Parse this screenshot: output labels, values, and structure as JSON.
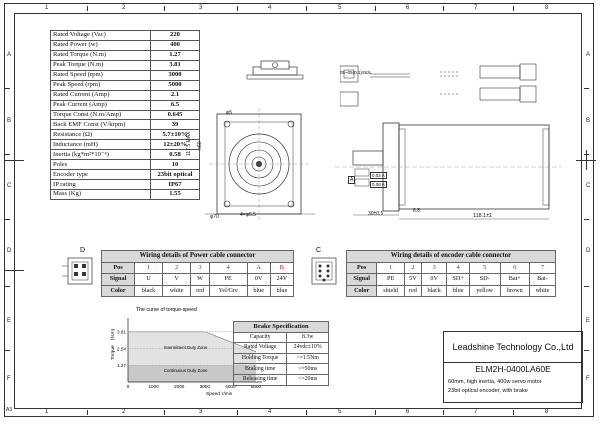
{
  "specs": [
    {
      "label": "Rated Voltage (Vac)",
      "value": "220"
    },
    {
      "label": "Rated Power (w)",
      "value": "400"
    },
    {
      "label": "Rated Torque (N.m)",
      "value": "1.27"
    },
    {
      "label": "Peak Torque (N.m)",
      "value": "3.81"
    },
    {
      "label": "Rated Speed (rpm)",
      "value": "3000"
    },
    {
      "label": "Peak Speed (rpm)",
      "value": "5000"
    },
    {
      "label": "Rated Current (Amp)",
      "value": "2.1"
    },
    {
      "label": "Peak Current (Amp)",
      "value": "6.5"
    },
    {
      "label": "Torque Const (N.m/Amp)",
      "value": "0.645"
    },
    {
      "label": "Back EMF Const (V/krpm)",
      "value": "39"
    },
    {
      "label": "Resistance (Ω)",
      "value": "5.7±10%"
    },
    {
      "label": "Inductance (mH)",
      "value": "12±20%"
    },
    {
      "label": "Inertia (kg*m²*10⁻⁴)",
      "value": "0.58"
    },
    {
      "label": "Poles",
      "value": "10"
    },
    {
      "label": "Encoder type",
      "value": "23bit optical"
    },
    {
      "label": "IP rating",
      "value": "IP67"
    },
    {
      "label": "Mass (Kg)",
      "value": "1.55"
    }
  ],
  "power_wiring": {
    "title": "Wiring details of Power cable connector",
    "pos_label": "Pos",
    "signal_label": "Signal",
    "color_label": "Color",
    "pos": [
      "1",
      "2",
      "3",
      "4",
      "A",
      "B"
    ],
    "signal": [
      "U",
      "V",
      "W",
      "PE",
      "0V",
      "24V"
    ],
    "color": [
      "black",
      "white",
      "red",
      "Yel/Gre",
      "blue",
      "blue"
    ]
  },
  "encoder_wiring": {
    "title": "Wiring details of encoder cable connector",
    "pos_label": "Pos",
    "signal_label": "Signal",
    "color_label": "Color",
    "pos": [
      "1",
      "2",
      "3",
      "4",
      "5",
      "6",
      "7"
    ],
    "signal": [
      "PE",
      "5V",
      "0V",
      "SD+",
      "SD-",
      "Bat+",
      "Bat-"
    ],
    "color": [
      "shield",
      "red",
      "black",
      "blue",
      "yellow",
      "brown",
      "white"
    ]
  },
  "brake": {
    "title": "Brake Specification",
    "rows": [
      {
        "label": "Capacity",
        "value": "8.3w"
      },
      {
        "label": "Rated Voltage",
        "value": "24vdc±10%"
      },
      {
        "label": "Holding Torque",
        "value": ">=1.5Nm"
      },
      {
        "label": "Braking time",
        "value": "<=50ms"
      },
      {
        "label": "Releasing time",
        "value": "<=20ms"
      }
    ]
  },
  "title_block": {
    "company": "Leadshine Technology Co.,Ltd",
    "model": "ELM2H-0400LA60E",
    "desc1": "60mm, high inertia, 400w servo motor",
    "desc2": "23bit optical encoder, with brake"
  },
  "connector_labels": {
    "power": "D",
    "encoder": "C"
  },
  "frame": {
    "columns": [
      "1",
      "2",
      "3",
      "4",
      "5",
      "6",
      "7",
      "8"
    ],
    "rows": [
      "A",
      "B",
      "C",
      "D",
      "E",
      "F"
    ],
    "sheet": "A3"
  },
  "dims": {
    "length": "118.1±1",
    "flange_len": "30±0.5",
    "offset": "6.8",
    "side_height": "117.5 MAX",
    "square": "□60",
    "hole": "4×φ5.5",
    "shaft_top": "φ5",
    "bolt_circle": "φ70",
    "cable_label": "05~05(0.1)Stds",
    "f1": "0.02 A",
    "f2": "0.06 A",
    "datum": "A"
  },
  "chart_data": {
    "type": "line",
    "title": "The curve of torque-speed",
    "xlabel": "Speed",
    "xunit": "r/min",
    "ylabel": "Torque",
    "yunit": "(N.m)",
    "x_ticks": [
      0,
      1000,
      2000,
      3000,
      4000,
      5000
    ],
    "y_ticks": [
      1.27,
      2.54,
      3.81
    ],
    "xlim": [
      0,
      5000
    ],
    "ylim": [
      0,
      4.4
    ],
    "zones": [
      {
        "name": "Intermittent Duty Zone",
        "points": [
          [
            0,
            3.81
          ],
          [
            3000,
            3.81
          ],
          [
            5000,
            2.3
          ],
          [
            5000,
            1.27
          ],
          [
            3000,
            1.27
          ],
          [
            0,
            1.27
          ]
        ]
      },
      {
        "name": "Continuous Duty Zone",
        "points": [
          [
            0,
            1.27
          ],
          [
            3000,
            1.27
          ],
          [
            5000,
            1.27
          ],
          [
            5000,
            0
          ],
          [
            0,
            0
          ]
        ]
      }
    ],
    "line_points": [
      [
        0,
        3.81
      ],
      [
        3000,
        3.81
      ],
      [
        5000,
        2.3
      ]
    ]
  }
}
